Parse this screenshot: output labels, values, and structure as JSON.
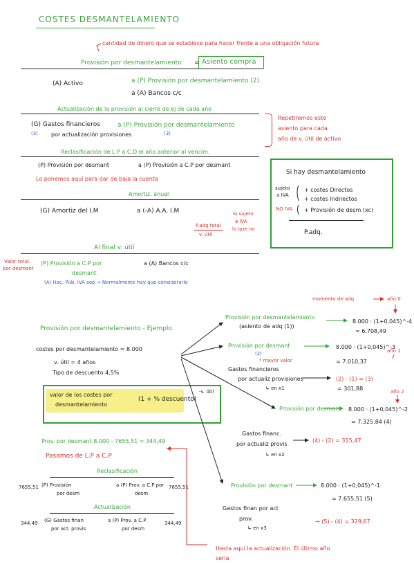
{
  "title": "COSTES DESMANTELAMIENTO",
  "definition": "cantidad de dinero que se establece para hacer frente a una obligación futura",
  "section1": {
    "heading": "Provisión por desmantelamiento",
    "heading_tag": "Asiento compra",
    "eq": "=",
    "row1_left": "(A) Activo",
    "row1_mid": "a (P) Provisión por desmantelamiento (2)",
    "row1_mid2": "a (A) Bancos c/c",
    "update_heading": "Actualización de la provisión al cierre de ej de cada año",
    "row2_left": "(G) Gastos financieros",
    "row2_left_ref": "(3)",
    "row2_left_sub": "por actualización provisiones",
    "row2_mid": "a (P) Provisión por desmantelamiento",
    "row2_mid_ref": "(3)",
    "repeat_note": [
      "Repetiremos este",
      "asiento para cada",
      "año de v. útil de activo"
    ],
    "reclass_heading": "Reclasificación de L P a C.D el año anterior al vencim.",
    "row3_left": "(P) Provisión por desmant",
    "row3_mid": "a (P) Provisión a C.P por desmant",
    "row3_note": "Lo ponemos aquí para dar de baja la cuenta",
    "amort_heading": "Amortiz. anual",
    "row4_left": "(G) Amortiz del I.M",
    "row4_mid": "a (-A) A.A. I.M",
    "row4_note1": "P.adq total",
    "row4_note2": "v. útil",
    "row4_note3": [
      "lo sujeto",
      "a IVA",
      "lo que no"
    ],
    "final_heading": "Al final v. útil",
    "final_left_note": [
      "Valor total",
      "por desmant"
    ],
    "row5_left": "(P) Provisión a C.P por",
    "row5_left2": "desmant.",
    "row5_mid": "a (A) Bancos c/c",
    "final_note": "(A) Hac. Púb. IVA sop → Normalmente hay que considerarlo"
  },
  "green_box": {
    "title": "Si hay desmantelamiento",
    "iva_label": [
      "sujeto",
      "a IVA"
    ],
    "items": [
      "+ costes Directos",
      "+ costes Indirectos"
    ],
    "no_iva": "NO IVA",
    "item3": "+ Provisión de desm (xc)",
    "result": "P.adq."
  },
  "example": {
    "heading": "Provisión por desmantelamiento - Ejemplo",
    "momento": "momento de adq.",
    "ano0": "año 0",
    "costes": "costes por desmantelamiento = 8.000",
    "vutil": "v. útil = 4 años",
    "tipo": "Tipo de descuento 4,5%",
    "formula_left1": "valor de los costes por",
    "formula_left2": "desmantelamiento",
    "formula_mid": "(1 + % descuento)",
    "formula_exp": "-v. útil",
    "prov_line": "Prov. por desmant  8.000 - 7655,51 = 344,49",
    "pasamos": "Pasamos de L.P a C.P",
    "reclass_title": "Reclasificación",
    "reclass_left_amt": "7655,51",
    "reclass_left": [
      "(P) Provisión",
      "por desm"
    ],
    "reclass_mid": [
      "a (P) Prov. a C.P por",
      "desm"
    ],
    "reclass_right_amt": "7655,51",
    "actual_title": "Actualización",
    "actual_left_amt": "344,49",
    "actual_left": [
      "(G) Gastos finan",
      "por act. provis"
    ],
    "actual_mid": [
      "a (P) Prov. a C.P",
      "por desm"
    ],
    "actual_right_amt": "344,49",
    "b1_title": "Provisión por desmantelamiento",
    "b1_sub": "(asiento de adq (1))",
    "b1_formula": "8.000 · (1+0,045)^-4",
    "b1_result": "= 6.708,49",
    "b2_title": "Provisión por desmant",
    "b2_ref": "(2)",
    "b2_formula": "8.000 · (1+0,045)^-3",
    "b2_mayor": "* mayor valor",
    "b2_result": "= 7.010,37",
    "ano1": "año 1",
    "b2_gf1": "Gastos financieros",
    "b2_gf2": "por actualiz provisiones",
    "b2_gf3": "↳ en x1",
    "b2_gf_calc": "(2) - (1) = (3)",
    "b2_gf_result": "= 301,88",
    "b3_title": "Provisión por desmant",
    "b3_formula": "8.000 · (1+0,045)^-2",
    "b3_result": "= 7.325,84 (4)",
    "ano2": "año 2",
    "b3_gf1": "Gastos financ.",
    "b3_gf2": "por actualiz provis",
    "b3_gf3": "↳ en x2",
    "b3_gf_calc": "(4) - (2) = 315,47",
    "b4_title": "Provisión por desmant",
    "b4_formula": "8.000 · (1+0,045)^-1",
    "b4_result": "= 7.655,51 (5)",
    "b4_gf1": "Gastos finan por act",
    "b4_gf2": "prov.",
    "b4_gf3": "↳ en x3",
    "b4_gf_calc": "→ (5) - (4) = 329,67",
    "bottom_note": [
      "Hasta aquí la actualización. El último año",
      "seria"
    ]
  }
}
